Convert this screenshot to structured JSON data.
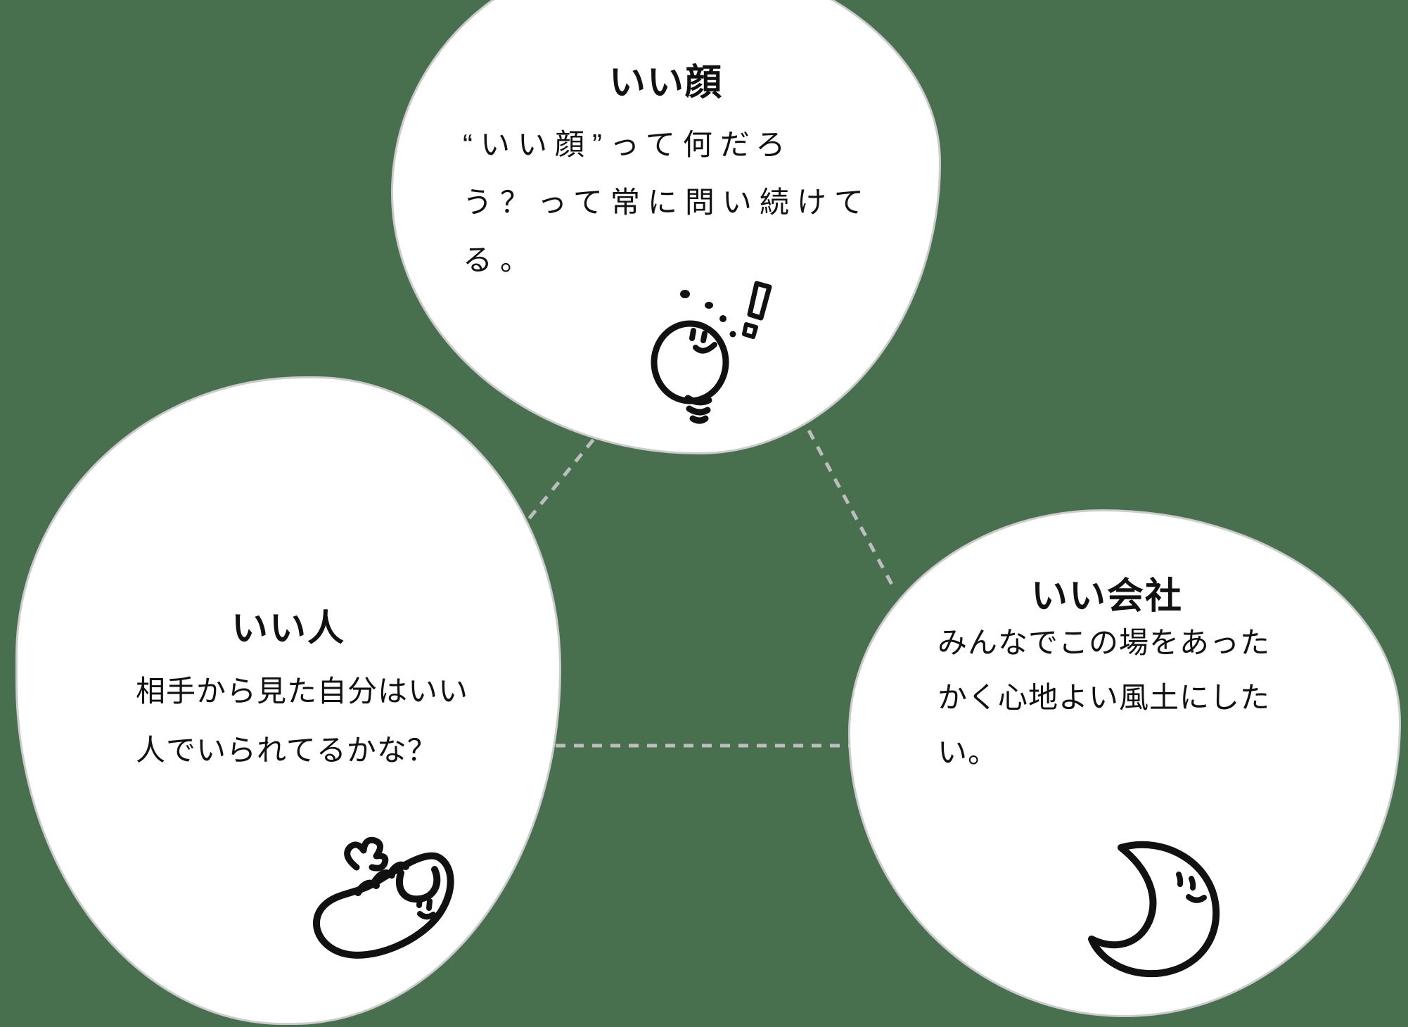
{
  "diagram": {
    "background_color": "#48704E",
    "connector_color": "#BDBDBD",
    "card_border_color": "#CCCCCC",
    "text_color": "#111111",
    "cards": [
      {
        "id": "ii-kao",
        "title": "いい顔",
        "body_lines": [
          "“いい顔”って何だろ",
          "う？って常に問い続けて",
          "る。"
        ],
        "icon": "lightbulb-doodle"
      },
      {
        "id": "ii-hito",
        "title": "いい人",
        "body_lines": [
          "相手から見た自分はいい",
          "人でいられてるかな？"
        ],
        "icon": "shoe-doodle"
      },
      {
        "id": "ii-kaisha",
        "title": "いい会社",
        "body_lines": [
          "みんなでこの場をあった",
          "かく心地よい風土にした",
          "い。"
        ],
        "icon": "moon-doodle"
      }
    ]
  }
}
